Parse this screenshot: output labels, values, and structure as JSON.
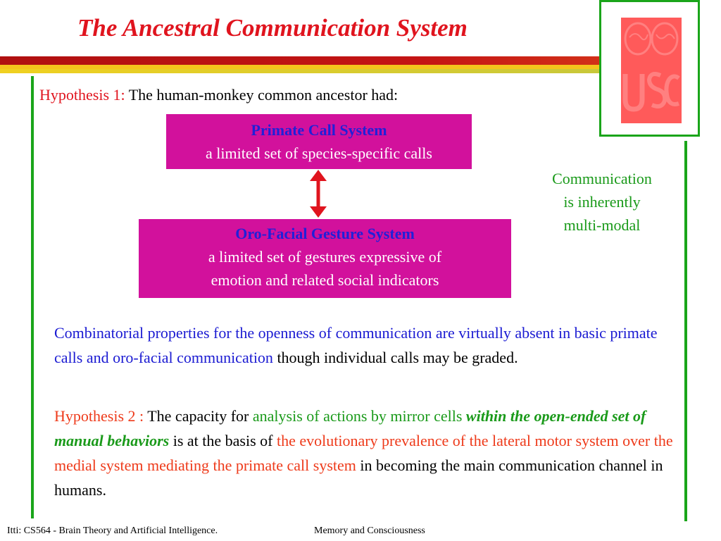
{
  "slide": {
    "title": "The Ancestral Communication System",
    "logo_text": "USC",
    "colors": {
      "title_red": "#e0141e",
      "box_magenta": "#d2119c",
      "heading_blue": "#2020d8",
      "rule_green": "#1aa51a",
      "logo_red": "#ff5a5a"
    }
  },
  "hypothesis1": {
    "label": "Hypothesis 1:",
    "text": " The human-monkey common ancestor had:"
  },
  "box_primate": {
    "heading": "Primate Call System",
    "line": "a limited set of species-specific calls"
  },
  "box_orofacial": {
    "heading": "Oro-Facial Gesture System",
    "line1": "a limited set of gestures expressive of",
    "line2": "emotion and related social indicators"
  },
  "arrow": {
    "icon": "double-headed-vertical-arrow-icon",
    "color": "#e0141e"
  },
  "side_note": {
    "line1": "Communication",
    "line2": "is inherently",
    "line3": "multi-modal"
  },
  "paragraph1": {
    "blue": "Combinatorial properties for the openness of communication are virtually absent in basic primate calls and oro-facial communication",
    "black": " though individual calls may be graded."
  },
  "paragraph2": {
    "label": "Hypothesis 2 :",
    "t1": " The capacity for ",
    "green": "analysis of actions by mirror cells",
    "space": " ",
    "green_bold_italic": "within the open-ended set of manual behaviors",
    "t2": " is at the basis of ",
    "orange": "the evolutionary prevalence of the lateral motor system over the medial system mediating the primate call system",
    "t3": " in becoming the main communication channel in humans."
  },
  "footer": {
    "left": "Itti: CS564 - Brain Theory and Artificial Intelligence.",
    "middle": "Memory and Consciousness"
  }
}
